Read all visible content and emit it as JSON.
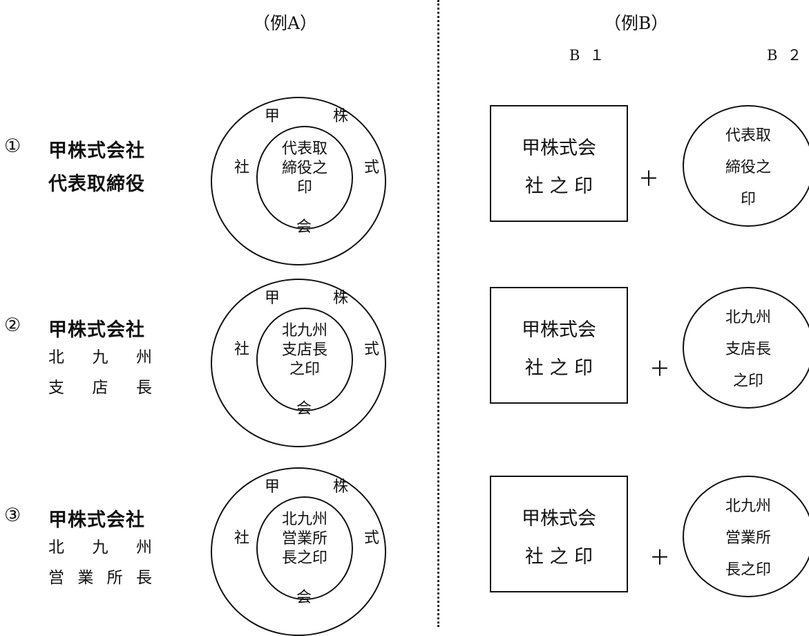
{
  "headers": {
    "a": "（例A）",
    "b": "（例B）",
    "b1": "B１",
    "b2": "B２"
  },
  "rows": [
    {
      "num": "①",
      "company": "甲株式会社",
      "title_lines": [
        "代表取締役"
      ],
      "title_bold": true,
      "seal_a": {
        "top": "甲",
        "right_top": "株",
        "left": "社",
        "right": "式",
        "bottom": "会",
        "center": "代表取\n締役之\n印"
      },
      "b1_lines": [
        "甲株式会",
        "社 之 印"
      ],
      "plus": "＋",
      "b2": "代表取\n締役之\n印"
    },
    {
      "num": "②",
      "company": "甲株式会社",
      "title_lines": [
        "北九州",
        "支店長"
      ],
      "title_bold": false,
      "seal_a": {
        "top": "甲",
        "right_top": "株",
        "left": "社",
        "right": "式",
        "bottom": "会",
        "center": "北九州\n支店長\n之印"
      },
      "b1_lines": [
        "甲株式会",
        "社 之 印"
      ],
      "plus": "＋",
      "b2": "北九州\n支店長\n之印"
    },
    {
      "num": "③",
      "company": "甲株式会社",
      "title_lines": [
        "北九州",
        "営業所長"
      ],
      "title_bold": false,
      "seal_a": {
        "top": "甲",
        "right_top": "株",
        "left": "社",
        "right": "式",
        "bottom": "会",
        "center": "北九州\n営業所\n長之印"
      },
      "b1_lines": [
        "甲株式会",
        "社 之 印"
      ],
      "plus": "＋",
      "b2": "北九州\n営業所\n長之印"
    }
  ]
}
